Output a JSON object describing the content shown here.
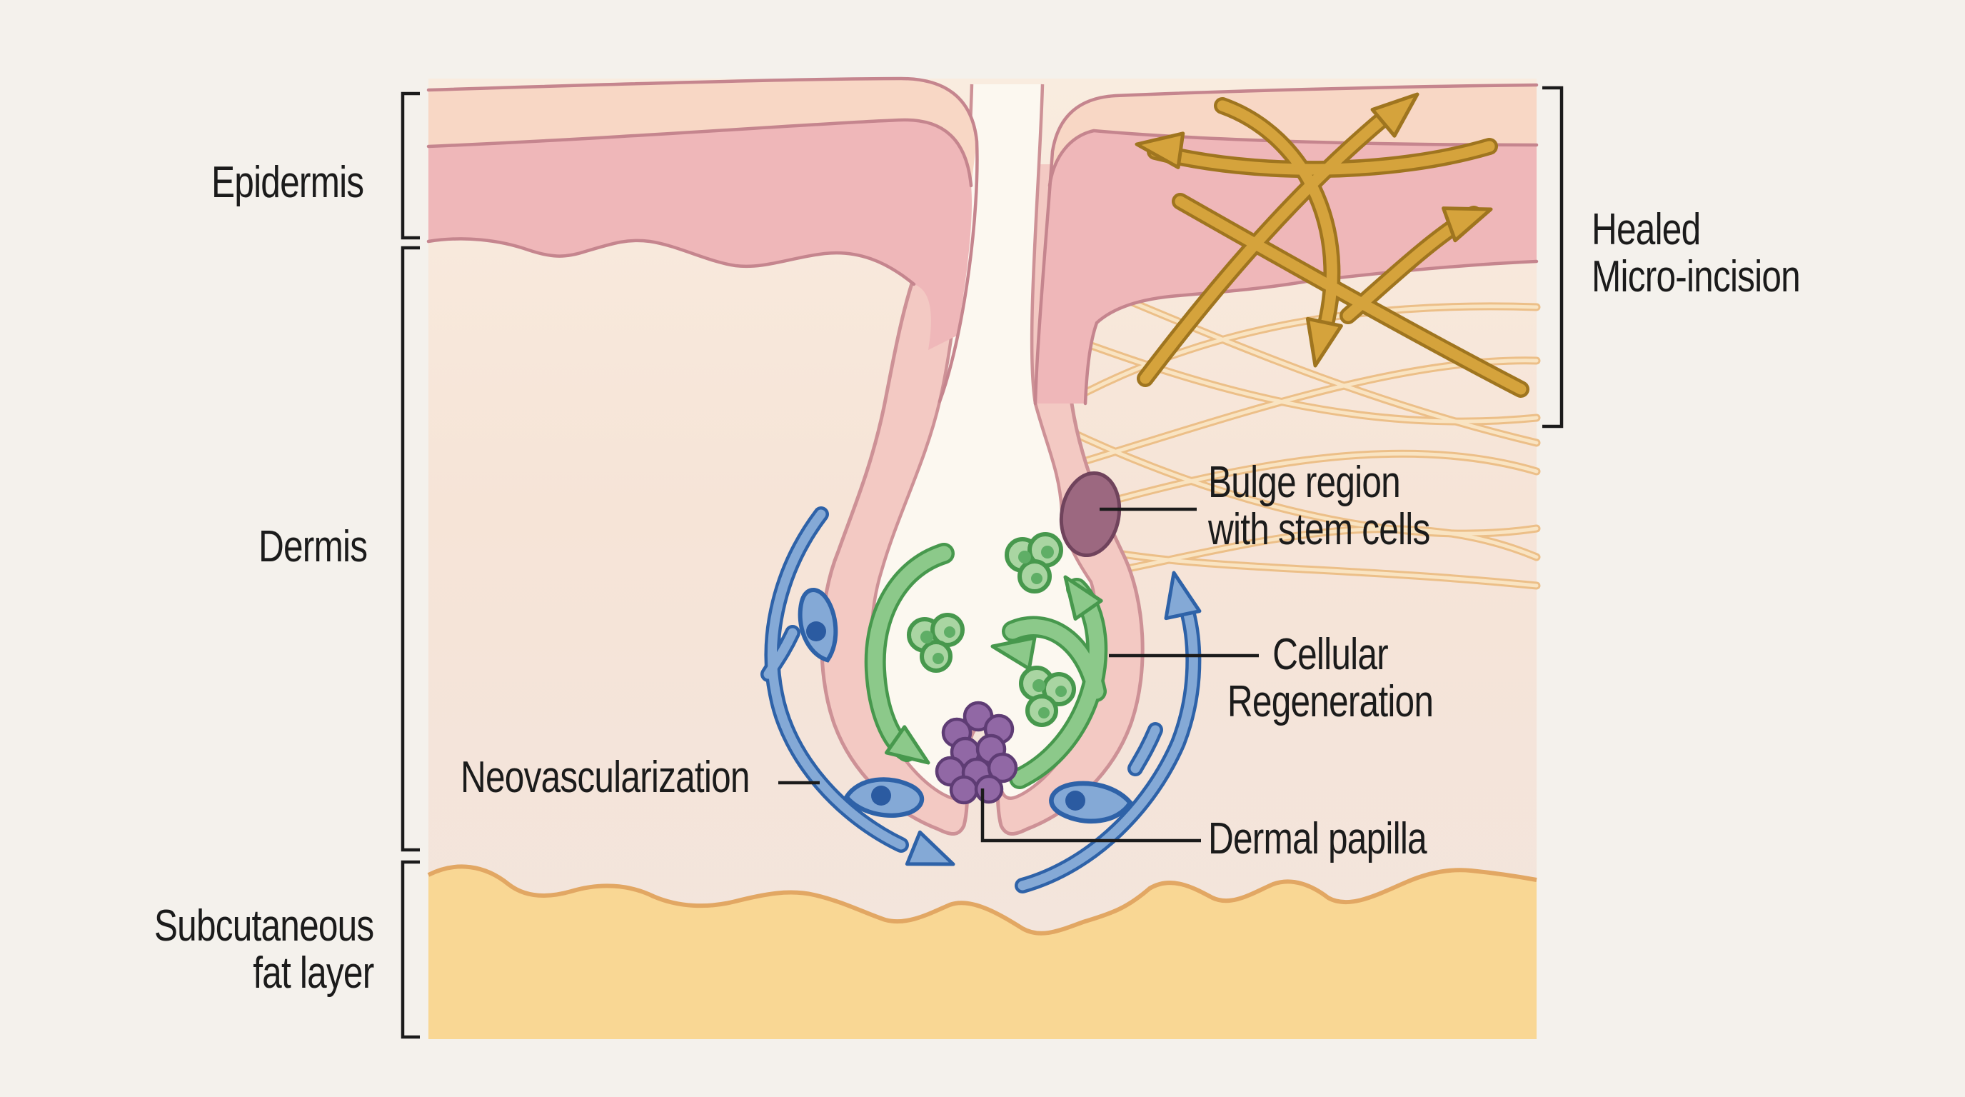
{
  "figure": {
    "type": "medical-illustration",
    "subject": "Skin cross-section showing hair follicle regeneration beneath a healed micro-incision",
    "labels": {
      "epidermis": "Epidermis",
      "dermis": "Dermis",
      "subcutaneous_1": "Subcutaneous",
      "subcutaneous_2": "fat layer",
      "healed_1": "Healed",
      "healed_2": "Micro-incision",
      "bulge_1": "Bulge region",
      "bulge_2": "with stem cells",
      "cellular_1": "Cellular",
      "cellular_2": "Regeneration",
      "neovascularization": "Neovascularization",
      "dermal_papilla": "Dermal papilla"
    },
    "colors": {
      "page_background": "#f4f1ec",
      "epidermis_surface_layer": "#f8d7c5",
      "epidermis_layer": "#efb7b9",
      "skin_outline": "#c5858e",
      "dermis_layer": "#f7e8db",
      "follicle_wall": "#f3c9c3",
      "follicle_wall_outline": "#cd9196",
      "follicle_lumen": "#fcf8f0",
      "subcutaneous_fat": "#f9d794",
      "fat_outline": "#e2a763",
      "collagen_fiber": "#eec189",
      "golden_arrow": "#d5a33c",
      "golden_arrow_outline": "#9f751f",
      "vessel_blue": "#84a9d6",
      "vessel_blue_outline": "#2e62a8",
      "regeneration_green": "#8cc98a",
      "green_outline": "#47984d",
      "stem_cell_green": "#a9d5a2",
      "dermal_papilla_purple": "#9168a5",
      "bulge_mauve": "#9c6880",
      "label_text": "#1b1b1b"
    }
  }
}
